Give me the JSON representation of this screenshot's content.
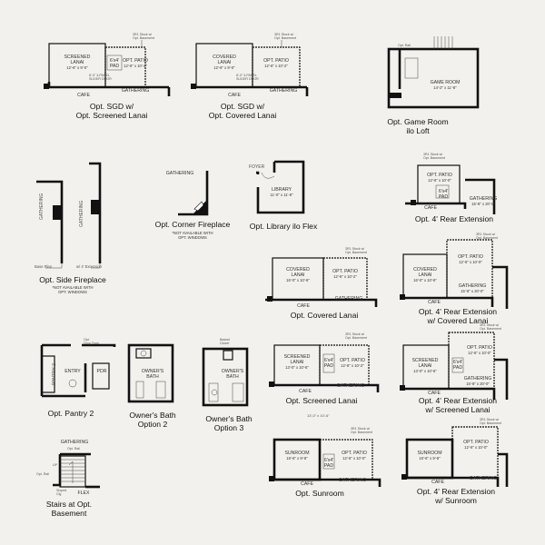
{
  "plans": {
    "sgd_screened": {
      "caption_line1": "Opt. SGD w/",
      "caption_line2": "Opt. Screened Lanai",
      "room1_name": "SCREENED",
      "room1_name2": "LANAI",
      "room1_dim": "12'-6\" x 9'-0\"",
      "pad_line1": "6'x4'",
      "pad_line2": "PAD",
      "room2_name": "OPT. PATIO",
      "room2_dim": "12'-6\" x 10'-2\"",
      "cafe": "CAFE",
      "gathering": "GATHERING",
      "door_note1": "8'-0\" 3-PANEL",
      "door_note2": "SLIDER DOOR",
      "corner_note1": "3R1 Stock w/",
      "corner_note2": "Opt. Basement"
    },
    "sgd_covered": {
      "caption_line1": "Opt. SGD w/",
      "caption_line2": "Opt. Covered Lanai",
      "room1_name": "COVERED",
      "room1_name2": "LANAI",
      "room1_dim": "12'-6\" x 9'-0\"",
      "room2_name": "OPT. PATIO",
      "room2_dim": "12'-6\" x 10'-2\"",
      "cafe": "CAFE",
      "gathering": "GATHERING",
      "door_note1": "8'-0\" 3-PANEL",
      "door_note2": "SLIDER DOOR",
      "corner_note1": "3R1 Stock w/",
      "corner_note2": "Opt. Basement"
    },
    "game_room": {
      "caption_line1": "Opt. Game Room",
      "caption_line2": "ilo Loft",
      "room_name": "GAME ROOM",
      "room_dim": "14'-2\" x 11'-8\"",
      "opt_rail": "Opt. Rail"
    },
    "side_fireplace": {
      "caption_line1": "Opt. Side Fireplace",
      "note_line1": "*NOT AVAILABLE WITH",
      "note_line2": "OPT. WINDOWS",
      "gathering": "GATHERING",
      "label_base": "Base Plan",
      "label_ext": "w/ 4' Extension"
    },
    "corner_fireplace": {
      "caption_line1": "Opt. Corner Fireplace",
      "note_line1": "*NOT AVAILABLE WITH",
      "note_line2": "OPT. WINDOWS",
      "gathering": "GATHERING"
    },
    "library": {
      "caption_line1": "Opt. Library ilo Flex",
      "foyer": "FOYER",
      "room_name": "LIBRARY",
      "room_dim": "11'-0\" x 11'-8\""
    },
    "rear_ext": {
      "caption_line1": "Opt. 4' Rear Extension",
      "room_name": "OPT. PATIO",
      "room_dim": "12'-6\" x 10'-0\"",
      "pad_line1": "6'x4'",
      "pad_line2": "PAD",
      "cafe": "CAFE",
      "gathering": "GATHERING",
      "gathering_dim": "15'-8\" x 20'-0\"",
      "corner_note1": "3R1 Stock w/",
      "corner_note2": "Opt. Basement"
    },
    "covered_lanai": {
      "caption_line1": "Opt. Covered Lanai",
      "room1_name": "COVERED",
      "room1_name2": "LANAI",
      "room1_dim": "16'-0\" x 10'-6\"",
      "room2_name": "OPT. PATIO",
      "room2_dim": "12'-6\" x 10'-2\"",
      "cafe": "CAFE",
      "gathering": "GATHERING",
      "corner_note1": "3R1 Stock w/",
      "corner_note2": "Opt. Basement"
    },
    "rear_ext_covered": {
      "caption_line1": "Opt. 4' Rear Extension",
      "caption_line2": "w/ Covered Lanai",
      "room1_name": "COVERED",
      "room1_name2": "LANAI",
      "room1_dim": "16'-0\" x 10'-6\"",
      "room2_name": "OPT. PATIO",
      "room2_dim": "12'-6\" x 10'-0\"",
      "cafe": "CAFE",
      "gathering": "GATHERING",
      "gathering_dim": "15'-8\" x 20'-0\"",
      "corner_note1": "3R1 Stock w/",
      "corner_note2": "Opt. Basement"
    },
    "pantry": {
      "caption_line1": "Opt. Pantry 2",
      "pantry": "PANTRY 2",
      "entry": "ENTRY",
      "pdr": "PDR",
      "top_note1": "Opt.",
      "top_note2": "Drop Zone"
    },
    "owners_bath2": {
      "caption_line1": "Owner's Bath",
      "caption_line2": "Option 2",
      "room_name": "OWNER'S",
      "room_name2": "BATH"
    },
    "owners_bath3": {
      "caption_line1": "Owner's Bath",
      "caption_line2": "Option 3",
      "room_name": "OWNER'S",
      "room_name2": "BATH",
      "top_note1": "Basket",
      "top_note2": "Closet"
    },
    "screened_lanai": {
      "caption_line1": "Opt. Screened Lanai",
      "room1_name": "SCREENED",
      "room1_name2": "LANAI",
      "room1_dim": "13'-0\" x 10'-6\"",
      "pad_line1": "6'x4'",
      "pad_line2": "PAD",
      "room2_name": "OPT. PATIO",
      "room2_dim": "12'-6\" x 10'-2\"",
      "cafe": "CAFE",
      "gathering": "GATHERING",
      "corner_note1": "3R1 Stock w/",
      "corner_note2": "Opt. Basement"
    },
    "rear_ext_screened": {
      "caption_line1": "Opt. 4' Rear Extension",
      "caption_line2": "w/ Screened Lanai",
      "room1_name": "SCREENED",
      "room1_name2": "LANAI",
      "room1_dim": "13'-0\" x 10'-6\"",
      "pad_line1": "6'x4'",
      "pad_line2": "PAD",
      "room2_name": "OPT. PATIO",
      "room2_dim": "12'-6\" x 10'-0\"",
      "cafe": "CAFE",
      "gathering": "GATHERING",
      "gathering_dim": "15'-8\" x 20'-0\"",
      "corner_note1": "3R1 Stock w/",
      "corner_note2": "Opt. Basement"
    },
    "stairs": {
      "caption_line1": "Stairs at Opt.",
      "caption_line2": "Basement",
      "gathering": "GATHERING",
      "opt_rail": "Opt. Rail",
      "opt_rail2": "Opt. Rail",
      "flex": "FLEX",
      "up": "UP",
      "sloped1": "Sloped",
      "sloped2": "Clg"
    },
    "sunroom": {
      "caption_line1": "Opt. Sunroom",
      "top_dim": "13'-0\" x 10'-6\"",
      "room1_name": "SUNROOM",
      "room1_dim": "16'-6\" x 9'-8\"",
      "pad_line1": "6'x4'",
      "pad_line2": "PAD",
      "room2_name": "OPT. PATIO",
      "room2_dim": "12'-6\" x 10'-0\"",
      "cafe": "CAFE",
      "gathering": "GATHERING",
      "corner_note1": "3R1 Stock w/",
      "corner_note2": "Opt. Basement"
    },
    "rear_ext_sunroom": {
      "caption_line1": "Opt. 4' Rear Extension",
      "caption_line2": "w/ Sunroom",
      "room1_name": "SUNROOM",
      "room1_dim": "16'-6\" x 9'-8\"",
      "room2_name": "OPT. PATIO",
      "room2_dim": "12'-6\" x 10'-0\"",
      "cafe": "CAFE",
      "gathering": "GATHERING",
      "corner_note1": "3R1 Stock w/",
      "corner_note2": "Opt. Basement"
    }
  }
}
